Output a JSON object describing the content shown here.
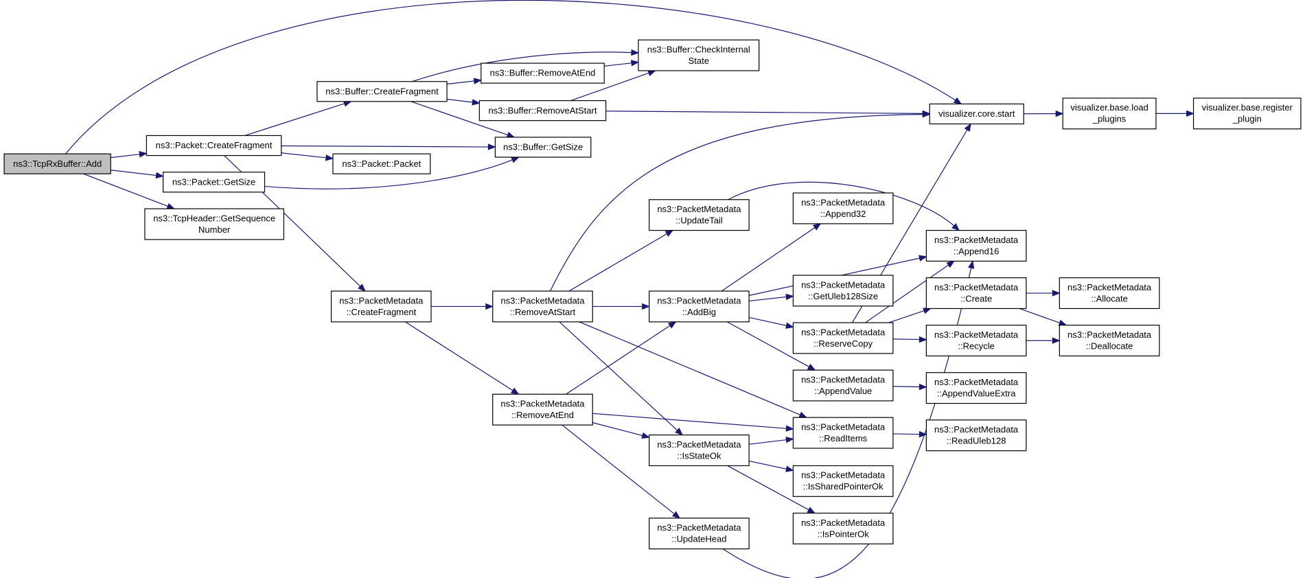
{
  "nodes": [
    {
      "id": "tcprx_add",
      "name": "node-tcprxbuffer-add",
      "lines": [
        "ns3::TcpRxBuffer::Add"
      ],
      "root": true
    },
    {
      "id": "pkt_createfrag",
      "name": "node-packet-createfragment",
      "lines": [
        "ns3::Packet::CreateFragment"
      ]
    },
    {
      "id": "pkt_getsize",
      "name": "node-packet-getsize",
      "lines": [
        "ns3::Packet::GetSize"
      ]
    },
    {
      "id": "tcphdr_getseq",
      "name": "node-tcpheader-getsequencenumber",
      "lines": [
        "ns3::TcpHeader::GetSequence",
        "Number"
      ]
    },
    {
      "id": "buf_createfrag",
      "name": "node-buffer-createfragment",
      "lines": [
        "ns3::Buffer::CreateFragment"
      ]
    },
    {
      "id": "pkt_packet",
      "name": "node-packet-packet",
      "lines": [
        "ns3::Packet::Packet"
      ]
    },
    {
      "id": "buf_getsize",
      "name": "node-buffer-getsize",
      "lines": [
        "ns3::Buffer::GetSize"
      ]
    },
    {
      "id": "buf_removeatend",
      "name": "node-buffer-removeatend",
      "lines": [
        "ns3::Buffer::RemoveAtEnd"
      ]
    },
    {
      "id": "buf_removeatstart",
      "name": "node-buffer-removeatstart",
      "lines": [
        "ns3::Buffer::RemoveAtStart"
      ]
    },
    {
      "id": "buf_checkinternal",
      "name": "node-buffer-checkinternalstate",
      "lines": [
        "ns3::Buffer::CheckInternal",
        "State"
      ]
    },
    {
      "id": "vis_core_start",
      "name": "node-visualizer-core-start",
      "lines": [
        "visualizer.core.start"
      ]
    },
    {
      "id": "vis_load_plugins",
      "name": "node-visualizer-base-load-plugins",
      "lines": [
        "visualizer.base.load",
        "_plugins"
      ]
    },
    {
      "id": "vis_register_plugin",
      "name": "node-visualizer-base-register-plugin",
      "lines": [
        "visualizer.base.register",
        "_plugin"
      ]
    },
    {
      "id": "pm_createfrag",
      "name": "node-packetmetadata-createfragment",
      "lines": [
        "ns3::PacketMetadata",
        "::CreateFragment"
      ]
    },
    {
      "id": "pm_removeatstart",
      "name": "node-packetmetadata-removeatstart",
      "lines": [
        "ns3::PacketMetadata",
        "::RemoveAtStart"
      ]
    },
    {
      "id": "pm_removeatend",
      "name": "node-packetmetadata-removeatend",
      "lines": [
        "ns3::PacketMetadata",
        "::RemoveAtEnd"
      ]
    },
    {
      "id": "pm_updatetail",
      "name": "node-packetmetadata-updatetail",
      "lines": [
        "ns3::PacketMetadata",
        "::UpdateTail"
      ]
    },
    {
      "id": "pm_addbig",
      "name": "node-packetmetadata-addbig",
      "lines": [
        "ns3::PacketMetadata",
        "::AddBig"
      ]
    },
    {
      "id": "pm_isstateok",
      "name": "node-packetmetadata-isstateok",
      "lines": [
        "ns3::PacketMetadata",
        "::IsStateOk"
      ]
    },
    {
      "id": "pm_updatehead",
      "name": "node-packetmetadata-updatehead",
      "lines": [
        "ns3::PacketMetadata",
        "::UpdateHead"
      ]
    },
    {
      "id": "pm_append32",
      "name": "node-packetmetadata-append32",
      "lines": [
        "ns3::PacketMetadata",
        "::Append32"
      ]
    },
    {
      "id": "pm_getuleb128size",
      "name": "node-packetmetadata-getuleb128size",
      "lines": [
        "ns3::PacketMetadata",
        "::GetUleb128Size"
      ]
    },
    {
      "id": "pm_reservecopy",
      "name": "node-packetmetadata-reservecopy",
      "lines": [
        "ns3::PacketMetadata",
        "::ReserveCopy"
      ]
    },
    {
      "id": "pm_appendvalue",
      "name": "node-packetmetadata-appendvalue",
      "lines": [
        "ns3::PacketMetadata",
        "::AppendValue"
      ]
    },
    {
      "id": "pm_readitems",
      "name": "node-packetmetadata-readitems",
      "lines": [
        "ns3::PacketMetadata",
        "::ReadItems"
      ]
    },
    {
      "id": "pm_issharedpointerok",
      "name": "node-packetmetadata-issharedpointerok",
      "lines": [
        "ns3::PacketMetadata",
        "::IsSharedPointerOk"
      ]
    },
    {
      "id": "pm_ispointerok",
      "name": "node-packetmetadata-ispointerok",
      "lines": [
        "ns3::PacketMetadata",
        "::IsPointerOk"
      ]
    },
    {
      "id": "pm_append16",
      "name": "node-packetmetadata-append16",
      "lines": [
        "ns3::PacketMetadata",
        "::Append16"
      ]
    },
    {
      "id": "pm_create",
      "name": "node-packetmetadata-create",
      "lines": [
        "ns3::PacketMetadata",
        "::Create"
      ]
    },
    {
      "id": "pm_recycle",
      "name": "node-packetmetadata-recycle",
      "lines": [
        "ns3::PacketMetadata",
        "::Recycle"
      ]
    },
    {
      "id": "pm_appendvalueextra",
      "name": "node-packetmetadata-appendvalueextra",
      "lines": [
        "ns3::PacketMetadata",
        "::AppendValueExtra"
      ]
    },
    {
      "id": "pm_readuleb128",
      "name": "node-packetmetadata-readuleb128",
      "lines": [
        "ns3::PacketMetadata",
        "::ReadUleb128"
      ]
    },
    {
      "id": "pm_allocate",
      "name": "node-packetmetadata-allocate",
      "lines": [
        "ns3::PacketMetadata",
        "::Allocate"
      ]
    },
    {
      "id": "pm_deallocate",
      "name": "node-packetmetadata-deallocate",
      "lines": [
        "ns3::PacketMetadata",
        "::Deallocate"
      ]
    }
  ],
  "edges": [
    {
      "from": "tcprx_add",
      "to": "vis_core_start"
    },
    {
      "from": "tcprx_add",
      "to": "pkt_createfrag"
    },
    {
      "from": "tcprx_add",
      "to": "pkt_getsize"
    },
    {
      "from": "tcprx_add",
      "to": "tcphdr_getseq"
    },
    {
      "from": "pkt_createfrag",
      "to": "buf_createfrag"
    },
    {
      "from": "pkt_createfrag",
      "to": "buf_getsize"
    },
    {
      "from": "pkt_createfrag",
      "to": "pkt_packet"
    },
    {
      "from": "pkt_createfrag",
      "to": "pm_createfrag"
    },
    {
      "from": "pkt_getsize",
      "to": "buf_getsize"
    },
    {
      "from": "buf_createfrag",
      "to": "buf_checkinternal"
    },
    {
      "from": "buf_createfrag",
      "to": "buf_removeatend"
    },
    {
      "from": "buf_createfrag",
      "to": "buf_removeatstart"
    },
    {
      "from": "buf_createfrag",
      "to": "buf_getsize"
    },
    {
      "from": "buf_removeatend",
      "to": "buf_checkinternal"
    },
    {
      "from": "buf_removeatstart",
      "to": "buf_checkinternal"
    },
    {
      "from": "buf_removeatstart",
      "to": "vis_core_start"
    },
    {
      "from": "vis_core_start",
      "to": "vis_load_plugins"
    },
    {
      "from": "vis_load_plugins",
      "to": "vis_register_plugin"
    },
    {
      "from": "pm_createfrag",
      "to": "pm_removeatstart"
    },
    {
      "from": "pm_createfrag",
      "to": "pm_removeatend"
    },
    {
      "from": "pm_removeatstart",
      "to": "vis_core_start"
    },
    {
      "from": "pm_removeatstart",
      "to": "pm_updatetail"
    },
    {
      "from": "pm_removeatstart",
      "to": "pm_addbig"
    },
    {
      "from": "pm_removeatstart",
      "to": "pm_readitems"
    },
    {
      "from": "pm_removeatstart",
      "to": "pm_isstateok"
    },
    {
      "from": "pm_removeatend",
      "to": "pm_addbig"
    },
    {
      "from": "pm_removeatend",
      "to": "pm_readitems"
    },
    {
      "from": "pm_removeatend",
      "to": "pm_isstateok"
    },
    {
      "from": "pm_removeatend",
      "to": "pm_updatehead"
    },
    {
      "from": "pm_updatetail",
      "to": "pm_append16"
    },
    {
      "from": "pm_addbig",
      "to": "pm_append32"
    },
    {
      "from": "pm_addbig",
      "to": "pm_append16"
    },
    {
      "from": "pm_addbig",
      "to": "pm_getuleb128size"
    },
    {
      "from": "pm_addbig",
      "to": "pm_reservecopy"
    },
    {
      "from": "pm_addbig",
      "to": "pm_appendvalue"
    },
    {
      "from": "pm_reservecopy",
      "to": "vis_core_start"
    },
    {
      "from": "pm_reservecopy",
      "to": "pm_append16"
    },
    {
      "from": "pm_reservecopy",
      "to": "pm_create"
    },
    {
      "from": "pm_reservecopy",
      "to": "pm_recycle"
    },
    {
      "from": "pm_appendvalue",
      "to": "pm_appendvalueextra"
    },
    {
      "from": "pm_readitems",
      "to": "pm_readuleb128"
    },
    {
      "from": "pm_isstateok",
      "to": "pm_readitems"
    },
    {
      "from": "pm_isstateok",
      "to": "pm_issharedpointerok"
    },
    {
      "from": "pm_isstateok",
      "to": "pm_ispointerok"
    },
    {
      "from": "pm_updatehead",
      "to": "pm_append16"
    },
    {
      "from": "pm_create",
      "to": "pm_allocate"
    },
    {
      "from": "pm_create",
      "to": "pm_deallocate"
    },
    {
      "from": "pm_recycle",
      "to": "pm_deallocate"
    }
  ]
}
